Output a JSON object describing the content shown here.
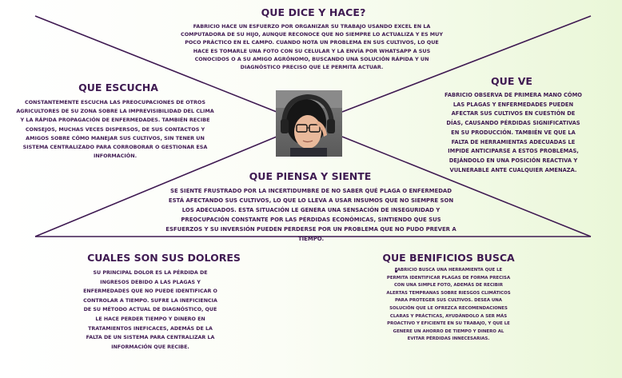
{
  "que_dice_y_hace": {
    "title": "QUE DICE Y HACE?",
    "body": "FABRICIO HACE UN ESFUERZO POR ORGANIZAR SU TRABAJO USANDO EXCEL EN LA COMPUTADORA DE SU HIJO, AUNQUE RECONOCE QUE NO SIEMPRE LO ACTUALIZA Y ES MUY POCO PRÁCTICO EN EL CAMPO. CUANDO NOTA UN PROBLEMA EN SUS CULTIVOS, LO QUE HACE ES TOMARLE UNA FOTO CON SU CELULAR Y LA ENVÍA POR WHATSAPP A SUS CONOCIDOS O A SU AMIGO AGRÓNOMO, BUSCANDO UNA SOLUCIÓN RÁPIDA Y UN DIAGNÓSTICO PRECISO QUE LE PERMITA ACTUAR."
  },
  "que_escucha": {
    "title": "QUE ESCUCHA",
    "body": "CONSTANTEMENTE ESCUCHA LAS PREOCUPACIONES DE OTROS AGRICULTORES DE SU ZONA SOBRE LA IMPREVISIBILIDAD DEL CLIMA Y LA RÁPIDA PROPAGACIÓN DE ENFERMEDADES. TAMBIÉN RECIBE CONSEJOS, MUCHAS VECES DISPERSOS, DE SUS CONTACTOS Y AMIGOS SOBRE CÓMO MANEJAR SUS CULTIVOS, SIN TENER UN SISTEMA CENTRALIZADO PARA CORROBORAR O GESTIONAR ESA INFORMACIÓN."
  },
  "que_ve": {
    "title": "QUE VE",
    "body": "FABRICIO OBSERVA DE PRIMERA MANO CÓMO LAS PLAGAS Y ENFERMEDADES PUEDEN AFECTAR SUS CULTIVOS EN CUESTIÓN DE DÍAS, CAUSANDO PÉRDIDAS SIGNIFICATIVAS EN SU PRODUCCIÓN. TAMBIÉN VE QUE LA FALTA DE HERRAMIENTAS ADECUADAS LE IMPIDE ANTICIPARSE A ESTOS PROBLEMAS, DEJÁNDOLO EN UNA POSICIÓN REACTIVA Y VULNERABLE ANTE CUALQUIER AMENAZA."
  },
  "que_piensa_y_siente": {
    "title": "QUE PIENSA Y SIENTE",
    "body": "SE SIENTE FRUSTRADO POR LA INCERTIDUMBRE DE NO SABER QUÉ PLAGA O ENFERMEDAD ESTÁ AFECTANDO SUS CULTIVOS, LO QUE LO LLEVA A USAR INSUMOS QUE NO SIEMPRE SON LOS ADECUADOS. ESTA SITUACIÓN LE GENERA UNA SENSACIÓN DE INSEGURIDAD Y PREOCUPACIÓN CONSTANTE POR LAS PÉRDIDAS ECONÓMICAS, SINTIENDO QUE SUS ESFUERZOS Y SU INVERSIÓN PUEDEN PERDERSE POR UN PROBLEMA QUE NO PUDO PREVER A TIEMPO."
  },
  "cuales_son_sus_dolores": {
    "title": "CUALES SON SUS DOLORES",
    "body": "SU PRINCIPAL DOLOR ES LA PÉRDIDA DE INGRESOS DEBIDO A LAS PLAGAS Y ENFERMEDADES QUE NO PUEDE IDENTIFICAR O CONTROLAR A TIEMPO. SUFRE LA INEFICIENCIA DE SU MÉTODO ACTUAL DE DIAGNÓSTICO, QUE LE HACE PERDER TIEMPO Y DINERO EN TRATAMIENTOS INEFICACES, ADEMÁS DE LA FALTA DE UN SISTEMA PARA CENTRALIZAR LA INFORMACIÓN QUE RECIBE."
  },
  "que_beneficios_busca": {
    "title": "QUE BENIFICIOS BUSCA",
    "items": [
      "FABRICIO BUSCA UNA HERRAMIENTA QUE LE PERMITA IDENTIFICAR PLAGAS DE FORMA PRECISA CON UNA SIMPLE FOTO, ADEMÁS DE RECIBIR ALERTAS TEMPRANAS SOBRE RIESGOS CLIMÁTICOS PARA PROTEGER SUS CULTIVOS. DESEA UNA SOLUCIÓN QUE LE OFREZCA RECOMENDACIONES CLARAS Y PRÁCTICAS, AYUDÁNDOLO A SER MÁS PROACTIVO Y EFICIENTE EN SU TRABAJO, Y QUE LE GENERE UN AHORRO DE TIEMPO Y DINERO AL EVITAR PÉRDIDAS INNECESARIAS."
    ]
  },
  "colors": {
    "text": "#3f1a52",
    "lines": "#3f1a52",
    "background_right": "#eaf7d8"
  }
}
